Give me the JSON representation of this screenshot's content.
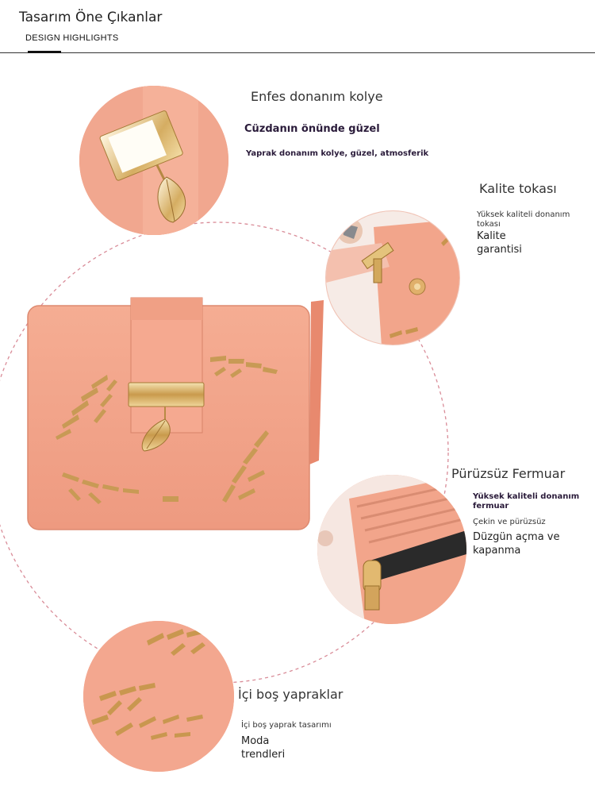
{
  "header": {
    "title": "Tasarım Öne Çıkanlar",
    "subtitle": "DESIGN HIGHLIGHTS"
  },
  "features": {
    "necklace": {
      "title": "Enfes donanım kolye",
      "strong": "Cüzdanın önünde güzel",
      "small": "Yaprak donanım kolye, güzel, atmosferik"
    },
    "buckle": {
      "title": "Kalite tokası",
      "small_line1": "Yüksek kaliteli donanım",
      "small_line2": "tokası",
      "med_line1": "Kalite",
      "med_line2": "garantisi"
    },
    "zipper": {
      "title": "Pürüzsüz Fermuar",
      "strong_line1": "Yüksek kaliteli donanım",
      "strong_line2": "fermuar",
      "small": "Çekin ve pürüzsüz",
      "med_line1": "Düzgün açma ve",
      "med_line2": "kapanma"
    },
    "leaves": {
      "title": "İçi boş yapraklar",
      "small": "İçi boş yaprak tasarımı",
      "med_line1": "Moda",
      "med_line2": "trendleri"
    }
  },
  "colors": {
    "wallet": "#f2a186",
    "wallet_dark": "#e28d74",
    "gold": "#d7b06a",
    "dashed": "#d98c98"
  },
  "icons": [
    "wallet-illustration",
    "leaf-pendant-icon",
    "buckle-clasp-icon",
    "zipper-icon",
    "hollow-leaf-icon"
  ]
}
